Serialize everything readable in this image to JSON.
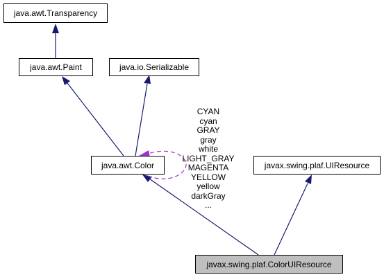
{
  "nodes": {
    "transparency": "java.awt.Transparency",
    "paint": "java.awt.Paint",
    "serializable": "java.io.Serializable",
    "color": "java.awt.Color",
    "uiresource": "javax.swing.plaf.UIResource",
    "coloruiresource": "javax.swing.plaf.ColorUIResource"
  },
  "self_edge_labels": [
    "CYAN",
    "cyan",
    "GRAY",
    "gray",
    "white",
    "LIGHT_GRAY",
    "MAGENTA",
    "YELLOW",
    "yellow",
    "darkGray",
    "..."
  ],
  "colors": {
    "inheritance_edge": "#191970",
    "usage_edge": "#9a32cd",
    "current_node_fill": "#bfbfbf"
  }
}
